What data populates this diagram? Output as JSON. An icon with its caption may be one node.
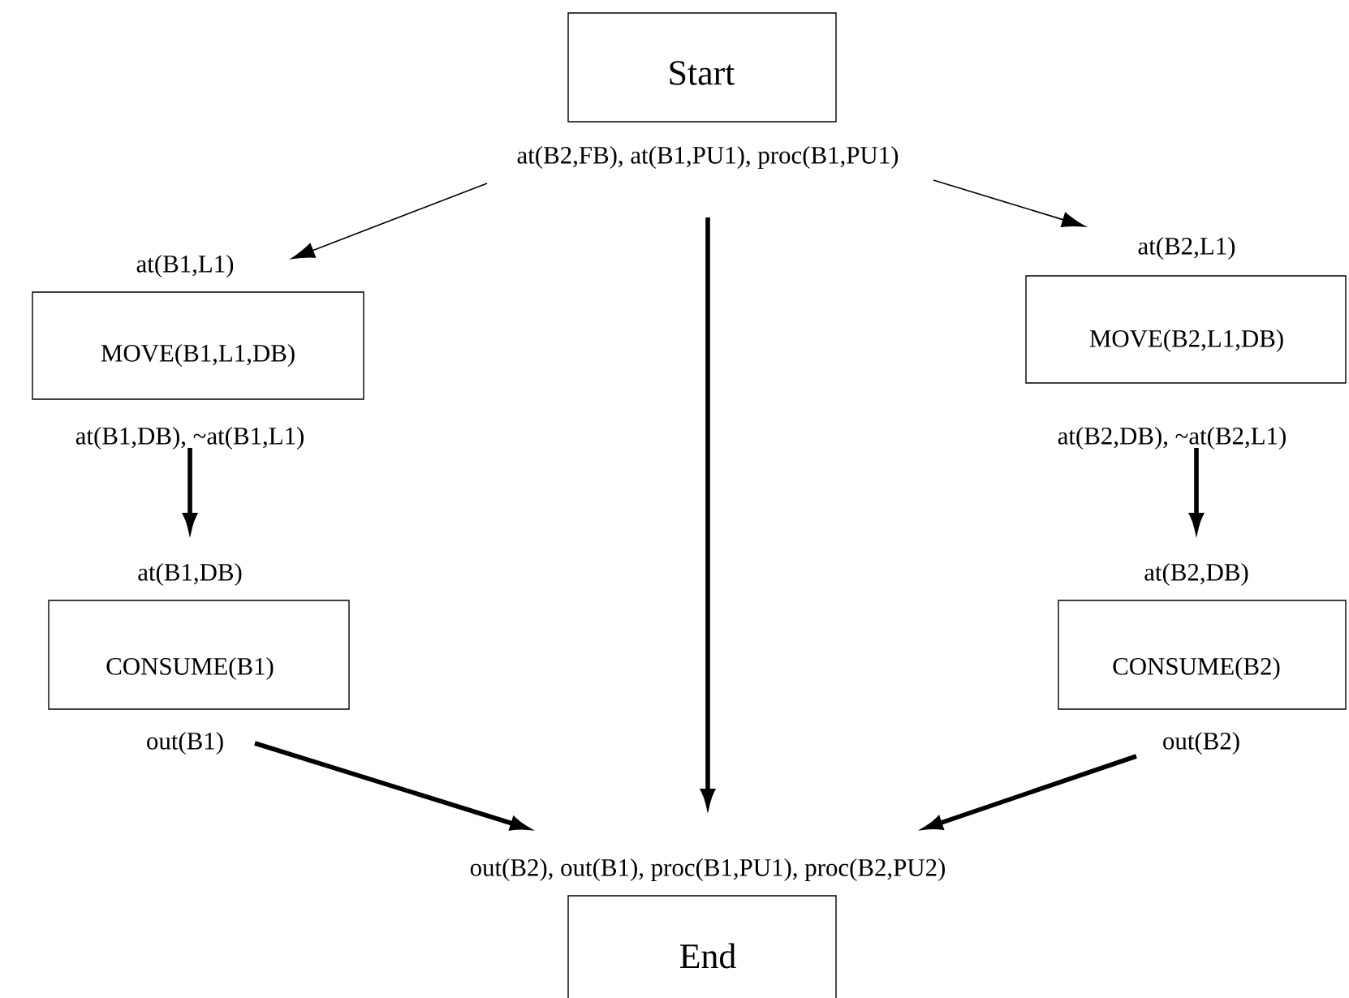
{
  "diagram": {
    "nodes": [
      {
        "text": [
          "Start",
          "at(B2,FB), at(B1,PU1), proc(B1,PU1)"
        ]
      },
      {
        "text": [
          "at(B1,L1)",
          "MOVE(B1,L1,DB)",
          "at(B1,DB), ~at(B1,L1)"
        ]
      },
      {
        "text": [
          "at(B2,L1)",
          "MOVE(B2,L1,DB)",
          "at(B2,DB), ~at(B2,L1)"
        ]
      },
      {
        "text": [
          "at(B1,DB)",
          "CONSUME(B1)",
          "out(B1)"
        ]
      },
      {
        "text": [
          "at(B2,DB)",
          "CONSUME(B2)",
          "out(B2)"
        ]
      },
      {
        "text": [
          "out(B2), out(B1), proc(B1,PU1), proc(B2,PU2)",
          "End"
        ]
      }
    ],
    "edges": [
      {
        "from": 0,
        "to": 1,
        "arrow": "to"
      },
      {
        "from": 0,
        "to": 2,
        "arrow": "to"
      },
      {
        "from": 0,
        "to": 5,
        "arrow": "to"
      },
      {
        "from": 1,
        "to": 3,
        "arrow": "to"
      },
      {
        "from": 2,
        "to": 4,
        "arrow": "to"
      },
      {
        "from": 3,
        "to": 5,
        "arrow": "to"
      },
      {
        "from": 4,
        "to": 5,
        "arrow": "to"
      }
    ]
  }
}
